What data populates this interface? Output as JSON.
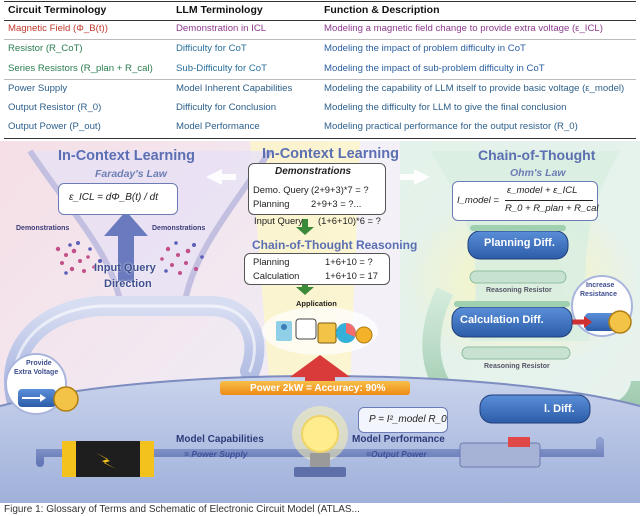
{
  "table": {
    "headers": [
      "Circuit Terminology",
      "LLM Terminology",
      "Function & Description"
    ],
    "rows": [
      [
        "Magnetic Field (Φ_B(t))",
        "Demonstration in ICL",
        "Modeling a magnetic field change to provide extra voltage (ε_ICL)"
      ],
      [
        "Resistor (R_CoT)",
        "Difficulty for CoT",
        "Modeling the impact of problem difficulty in CoT"
      ],
      [
        "Series Resistors (R_plan + R_cal)",
        "Sub-Difficulty for CoT",
        "Modeling the impact of sub-problem difficulty in CoT"
      ],
      [
        "Power Supply",
        "Model Inherent Capabilities",
        "Modeling the capability of LLM itself to provide basic voltage (ε_model)"
      ],
      [
        "Output Resistor (R_0)",
        "Difficulty for Conclusion",
        "Modeling the difficulty for LLM to give the final conclusion"
      ],
      [
        "Output Power (P_out)",
        "Model Performance",
        "Modeling practical performance for the output resistor (R_0)"
      ]
    ]
  },
  "figure": {
    "icl_left_title": "In-Context Learning",
    "faraday_law": "Faraday's Law",
    "faraday_eq": "ε_ICL = dΦ_B(t) / dt",
    "demo_left": "Demonstrations",
    "demo_right": "Demonstrations",
    "input_query_dir_1": "Input Query",
    "input_query_dir_2": "Direction",
    "provide_voltage_1": "Provide",
    "provide_voltage_2": "Extra Voltage",
    "icl_center_title": "In-Context Learning",
    "demonstrations_title": "Demonstrations",
    "demo_query_label": "Demo. Query",
    "demo_query_value": "(2+9+3)*7 = ?",
    "demo_planning_label": "Planning",
    "demo_planning_value": "2+9+3 = ?...",
    "input_query_label": "Input Query",
    "input_query_value": "(1+6+10)*6 = ?",
    "cot_reasoning_title": "Chain-of-Thought Reasoning",
    "cot_planning_label": "Planning",
    "cot_planning_value": "1+6+10 = ?",
    "cot_calc_label": "Calculation",
    "cot_calc_value": "1+6+10 = 17",
    "application_label": "Application",
    "power_accuracy": "Power 2kW = Accuracy: 90%",
    "power_eq": "P = I²_model R_0",
    "model_capabilities": "Model Capabilities",
    "power_supply": "= Power Supply",
    "model_performance": "Model Performance",
    "output_power": "=Output Power",
    "cot_right_title": "Chain-of-Thought",
    "ohm_law": "Ohm's Law",
    "ohm_eq_lhs": "I_model =",
    "ohm_eq_num": "ε_model + ε_ICL",
    "ohm_eq_den": "R_0 + R_plan + R_cal",
    "planning_diff": "Planning Diff.",
    "reasoning_resistor_1": "Reasoning Resistor",
    "increase_resistance_1": "Increase",
    "increase_resistance_2": "Resistance",
    "calculation_diff": "Calculation Diff.",
    "reasoning_resistor_2": "Reasoning Resistor",
    "l_diff": "l. Diff.",
    "caption": "Figure 1: Glossary of Terms and Schematic of Electronic Circuit Model (ATLAS..."
  },
  "colors": {
    "title_blue": "#5b6fb2",
    "green_arrow": "#3a8a3a",
    "red_arrow": "#d03030",
    "power_orange": "#f29a1c"
  }
}
